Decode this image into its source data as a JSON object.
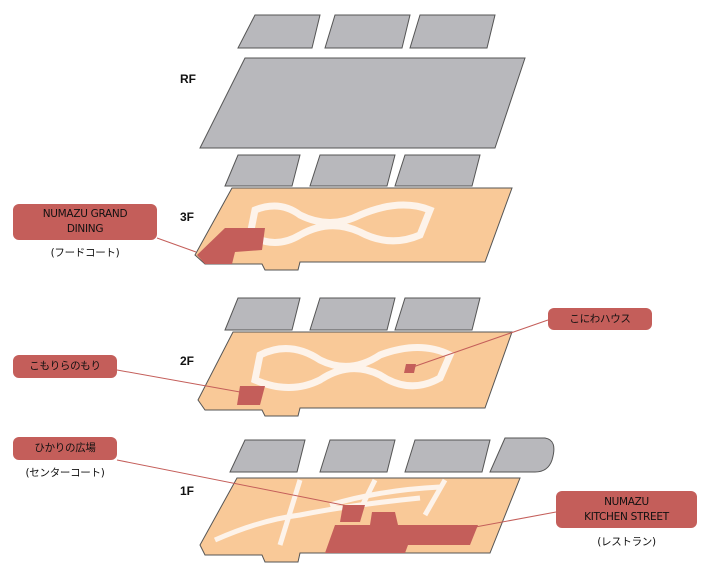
{
  "floors": {
    "rf": "RF",
    "f3": "3F",
    "f2": "2F",
    "f1": "1F"
  },
  "callouts": {
    "grand_dining": {
      "line1": "NUMAZU GRAND",
      "line2": "DINING",
      "sub": "(フードコート)"
    },
    "komorira": {
      "label": "こもりらのもり"
    },
    "koniwa": {
      "label": "こにわハウス"
    },
    "hikari": {
      "label": "ひかりの広場",
      "sub": "(センターコート)"
    },
    "kitchen": {
      "line1": "NUMAZU",
      "line2": "KITCHEN STREET",
      "sub": "(レストラン)"
    }
  },
  "colors": {
    "floor": "#f9c998",
    "highlight": "#c45e5a",
    "roof": "#b8b8bc",
    "corridor": "#fdf3ea"
  }
}
